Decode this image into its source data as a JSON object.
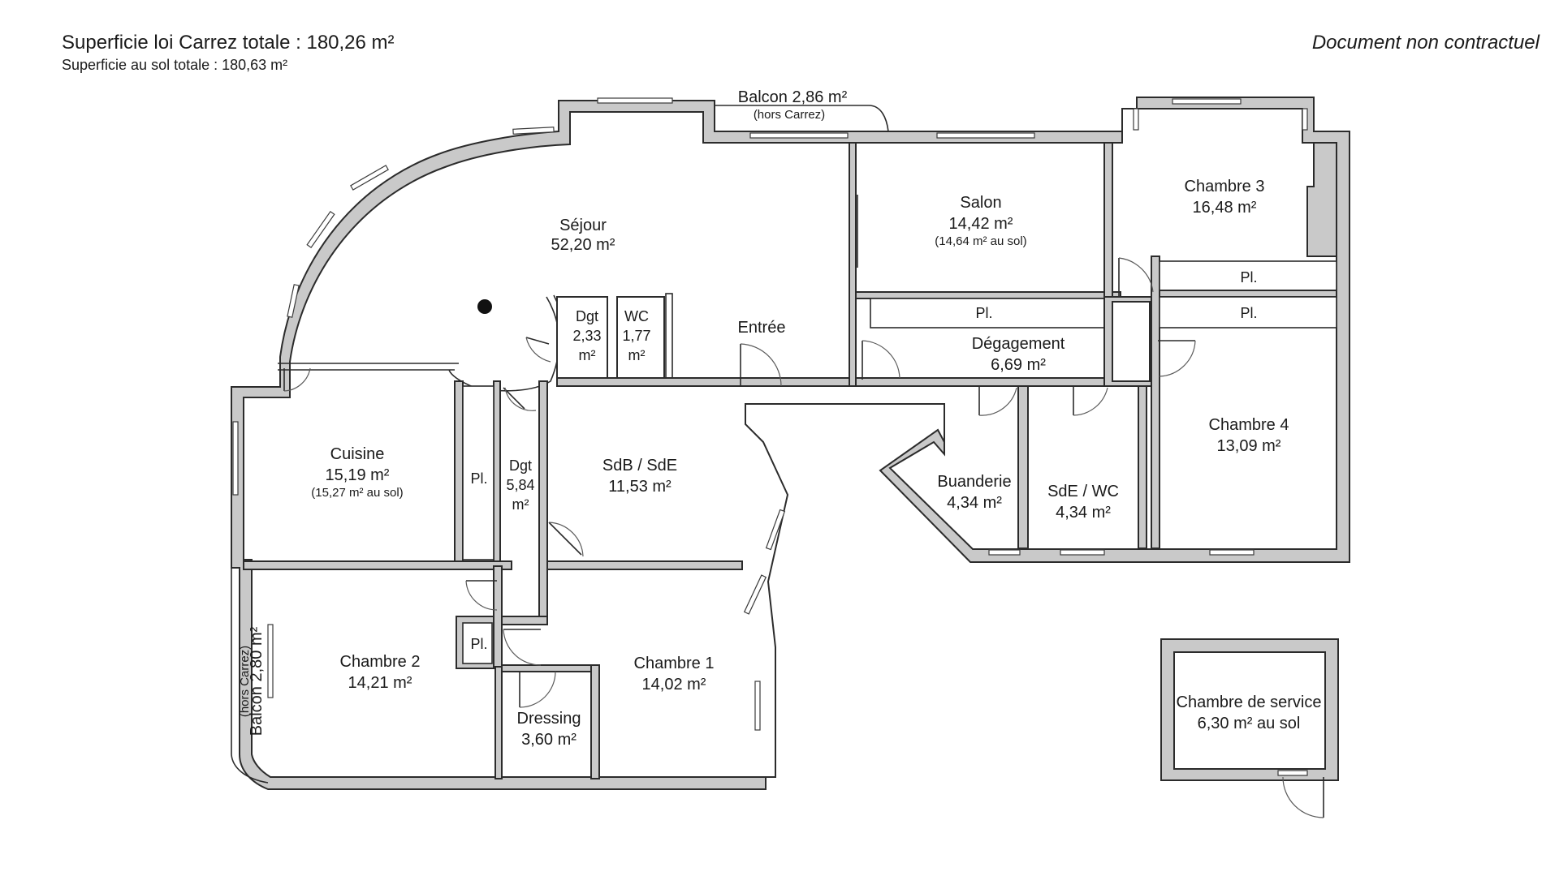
{
  "header": {
    "total_carrez": "Superficie loi Carrez totale : 180,26 m²",
    "total_floor": "Superficie au sol totale : 180,63 m²",
    "disclaimer": "Document non contractuel"
  },
  "balcony_top": {
    "label": "Balcon 2,86 m²",
    "note": "(hors Carrez)"
  },
  "balcony_left": {
    "label": "Balcon 2,80 m²",
    "note": "(hors Carrez)"
  },
  "rooms": {
    "sejour": {
      "name": "Séjour",
      "area": "52,20 m²"
    },
    "salon": {
      "name": "Salon",
      "area": "14,42 m²",
      "note": "(14,64 m² au sol)"
    },
    "chambre3": {
      "name": "Chambre 3",
      "area": "16,48 m²"
    },
    "dgt_small": {
      "name": "Dgt",
      "area_1": "2,33",
      "area_2": "m²"
    },
    "wc": {
      "name": "WC",
      "area_1": "1,77",
      "area_2": "m²"
    },
    "entree": {
      "name": "Entrée"
    },
    "degagement": {
      "name": "Dégagement",
      "area": "6,69 m²"
    },
    "cuisine": {
      "name": "Cuisine",
      "area": "15,19 m²",
      "note": "(15,27 m² au sol)"
    },
    "dgt_large": {
      "name": "Dgt",
      "area_1": "5,84",
      "area_2": "m²"
    },
    "sdb": {
      "name": "SdB / SdE",
      "area": "11,53 m²"
    },
    "buanderie": {
      "name": "Buanderie",
      "area": "4,34 m²"
    },
    "sde_wc": {
      "name": "SdE / WC",
      "area": "4,34 m²"
    },
    "chambre4": {
      "name": "Chambre 4",
      "area": "13,09 m²"
    },
    "chambre2": {
      "name": "Chambre 2",
      "area": "14,21 m²"
    },
    "chambre1": {
      "name": "Chambre 1",
      "area": "14,02 m²"
    },
    "dressing": {
      "name": "Dressing",
      "area": "3,60 m²"
    },
    "service": {
      "name": "Chambre de service",
      "area": "6,30 m² au sol"
    }
  },
  "placards": {
    "pl_cuisine": "Pl.",
    "pl_chambre2": "Pl.",
    "pl_degagement": "Pl.",
    "pl_chambre3": "Pl.",
    "pl_chambre4": "Pl."
  }
}
